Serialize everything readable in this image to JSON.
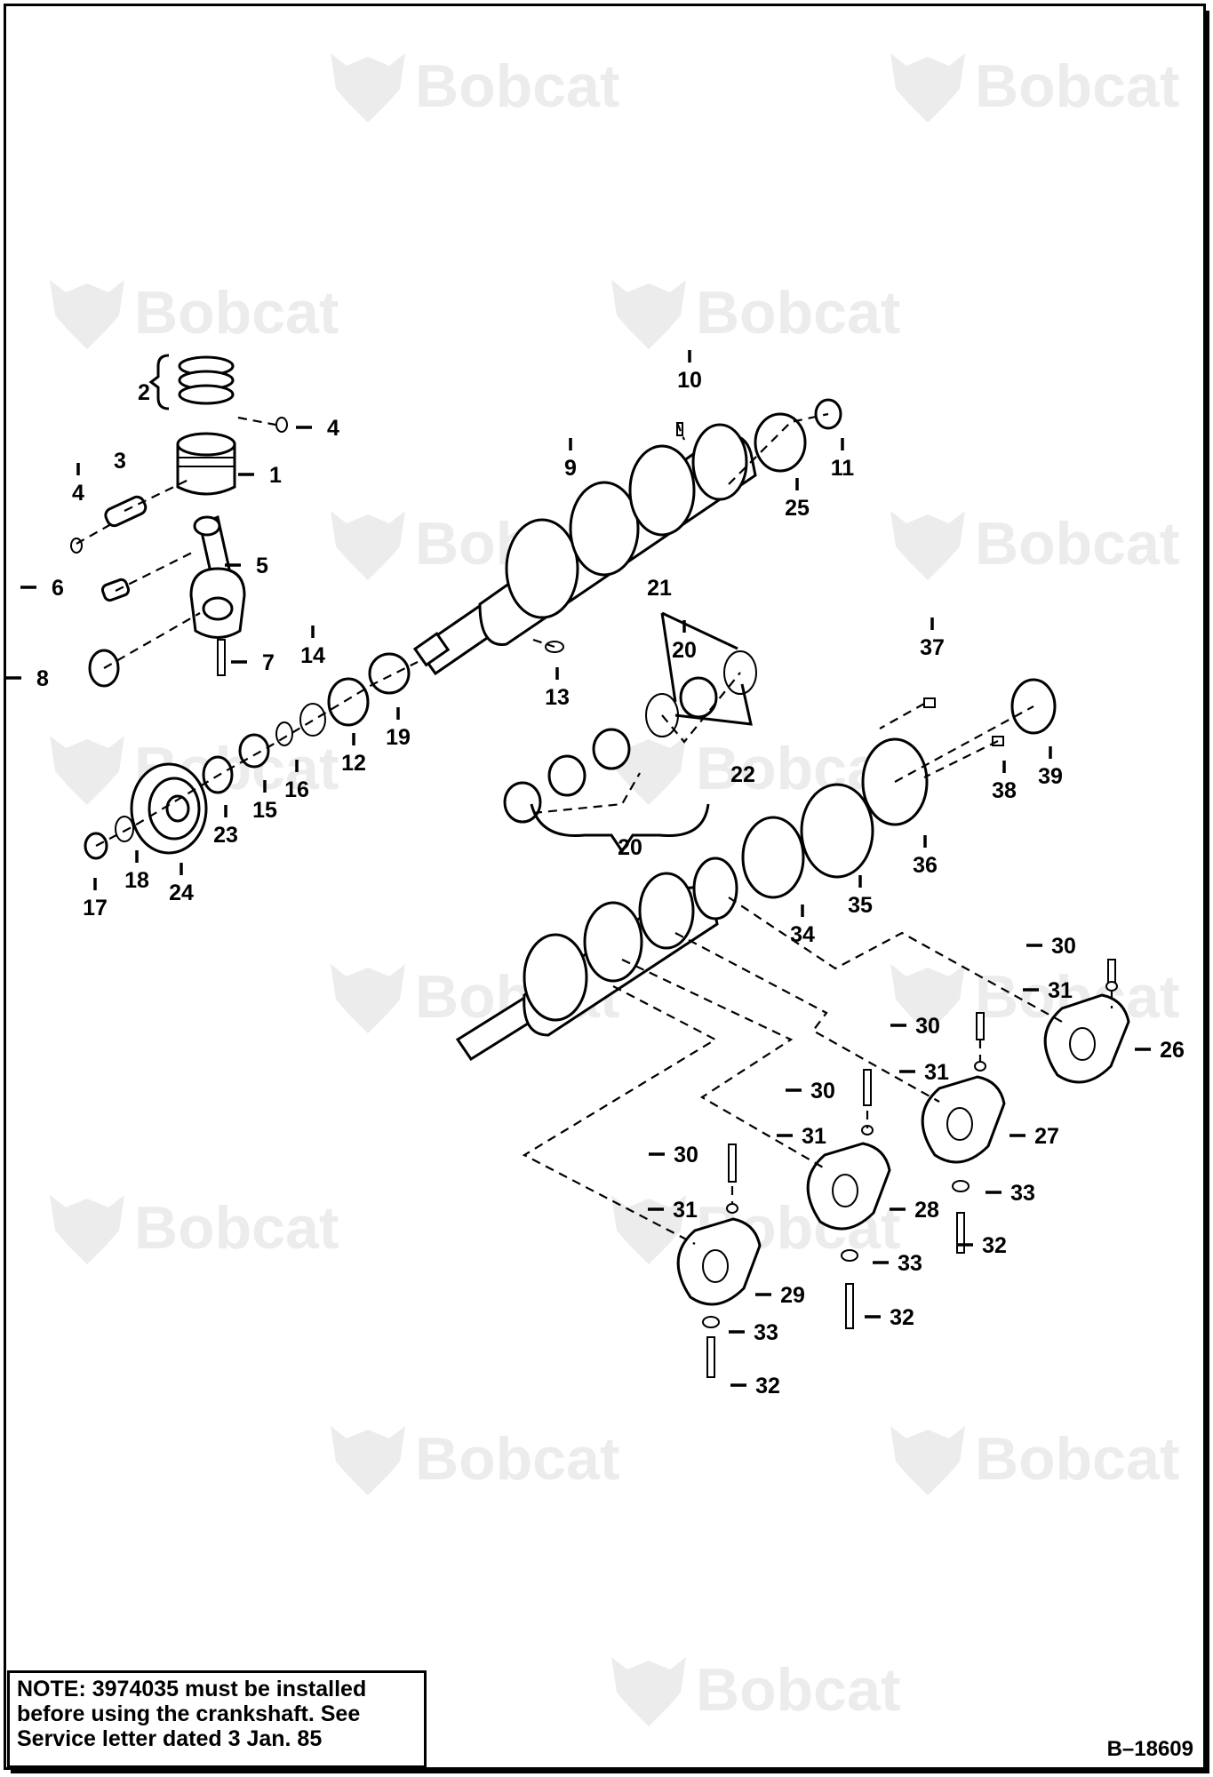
{
  "watermark": {
    "text": "Bobcat",
    "mark": "bobcat-logo"
  },
  "callouts": [
    "1",
    "2",
    "3",
    "4",
    "4",
    "5",
    "6",
    "7",
    "8",
    "9",
    "10",
    "11",
    "12",
    "13",
    "14",
    "15",
    "16",
    "17",
    "18",
    "19",
    "20",
    "20",
    "21",
    "22",
    "23",
    "24",
    "25",
    "26",
    "27",
    "28",
    "29",
    "30",
    "30",
    "30",
    "30",
    "31",
    "31",
    "31",
    "31",
    "32",
    "32",
    "32",
    "33",
    "33",
    "33",
    "34",
    "35",
    "36",
    "37",
    "38",
    "39"
  ],
  "note": {
    "label": "NOTE:",
    "text": "3974035 must be installed before using the crankshaft. See Service letter dated 3 Jan. 85"
  },
  "figure_id": "B–18609",
  "icons": [
    "bobcat-logo"
  ]
}
